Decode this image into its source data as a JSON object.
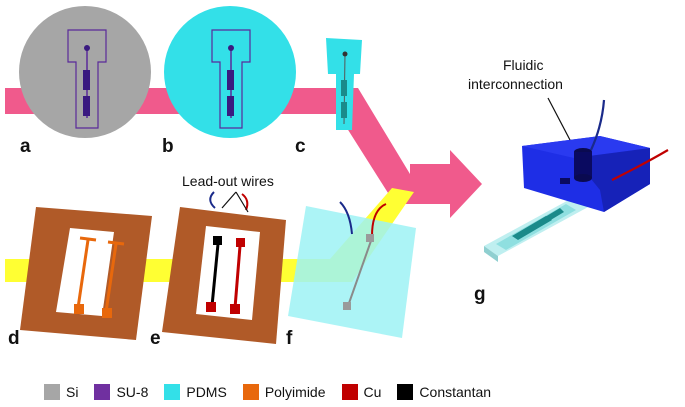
{
  "panels": {
    "a": "a",
    "b": "b",
    "c": "c",
    "d": "d",
    "e": "e",
    "f": "f",
    "g": "g"
  },
  "annotations": {
    "lead_out_wires": "Lead-out wires",
    "fluidic_line1": "Fluidic",
    "fluidic_line2": "interconnection"
  },
  "legend": [
    {
      "label": "Si",
      "color": "#a6a6a6"
    },
    {
      "label": "SU-8",
      "color": "#7030a0"
    },
    {
      "label": "PDMS",
      "color": "#33e0e8"
    },
    {
      "label": "Polyimide",
      "color": "#e8680c"
    },
    {
      "label": "Cu",
      "color": "#c00000"
    },
    {
      "label": "Constantan",
      "color": "#000000"
    }
  ],
  "colors": {
    "pink_flow": "#f05a8c",
    "yellow_flow": "#ffff33",
    "si": "#a6a6a6",
    "pdms": "#33e0e8",
    "su8": "#7030a0",
    "polyimide_frame": "#b05a28",
    "polyimide": "#e8680c",
    "cu": "#c00000",
    "constantan": "#000000",
    "block": "#1e2ee6"
  }
}
